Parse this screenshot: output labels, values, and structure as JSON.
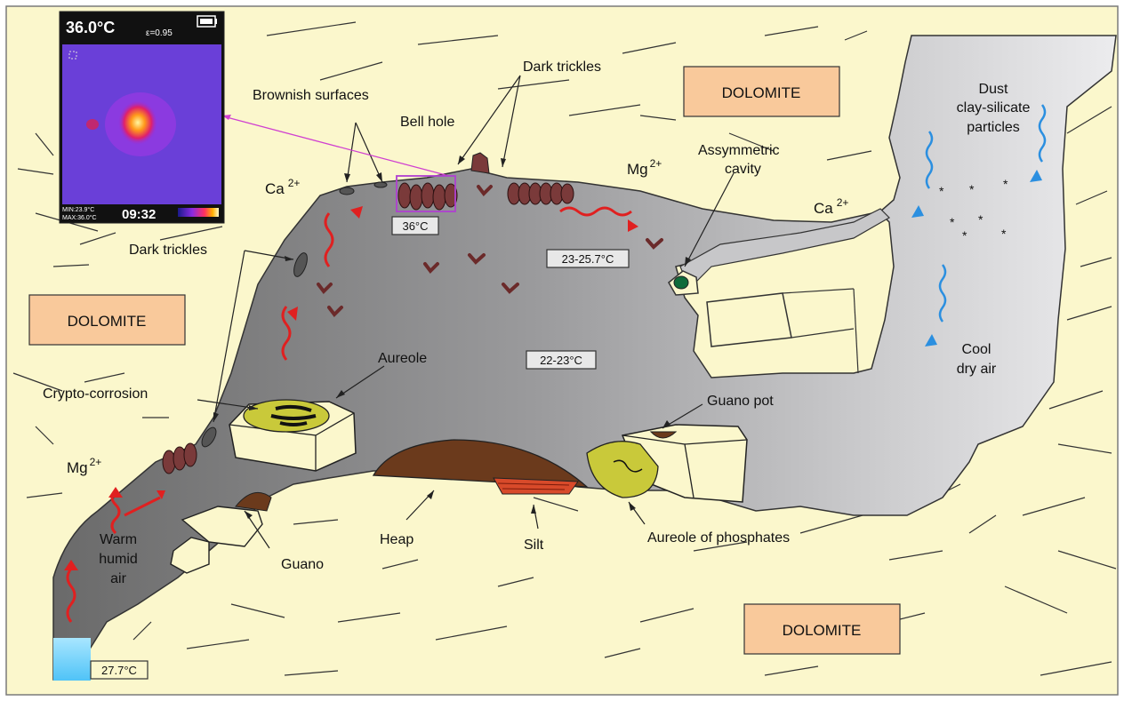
{
  "rock": {
    "top_right": "DOLOMITE",
    "left": "DOLOMITE",
    "bottom": "DOLOMITE"
  },
  "thermal": {
    "temp": "36.0°C",
    "emissivity": "ε=0.95",
    "minmax_1": "MIN:23.9°C",
    "minmax_2": "MAX:36.0°C",
    "time": "09:32"
  },
  "temps": {
    "bell": "36°C",
    "upper": "23-25.7°C",
    "middle": "22-23°C",
    "entrance": "27.7°C"
  },
  "labels": {
    "brownish": "Brownish surfaces",
    "bell_hole": "Bell hole",
    "dark_trickles_top": "Dark trickles",
    "dark_trickles_left": "Dark trickles",
    "assym_1": "Assymmetric",
    "assym_2": "cavity",
    "dust_1": "Dust",
    "dust_2": "clay-silicate",
    "dust_3": "particles",
    "cool_1": "Cool",
    "cool_2": "dry air",
    "aureole": "Aureole",
    "crypto": "Crypto-corrosion",
    "guano_pot": "Guano pot",
    "warm_1": "Warm",
    "warm_2": "humid",
    "warm_3": "air",
    "guano": "Guano",
    "heap": "Heap",
    "silt": "Silt",
    "aureole_phos": "Aureole of phosphates"
  },
  "ions": {
    "ca_left": "Ca",
    "ca_left_sup": "2+",
    "ca_right": "Ca",
    "ca_right_sup": "2+",
    "mg_top": "Mg",
    "mg_top_sup": "2+",
    "mg_left": "Mg",
    "mg_left_sup": "2+"
  },
  "colors": {
    "background": "#fbf7cc",
    "cave_dark": "#6e6e6e",
    "cave_light": "#e6e6e8",
    "dolomite_box": "#f9c99b",
    "guano": "#6b3a1c",
    "aureole": "#c9c93a",
    "warm_arrow": "#e02020",
    "cool_arrow": "#2b8fe0",
    "bats": "#7a3a3a"
  }
}
